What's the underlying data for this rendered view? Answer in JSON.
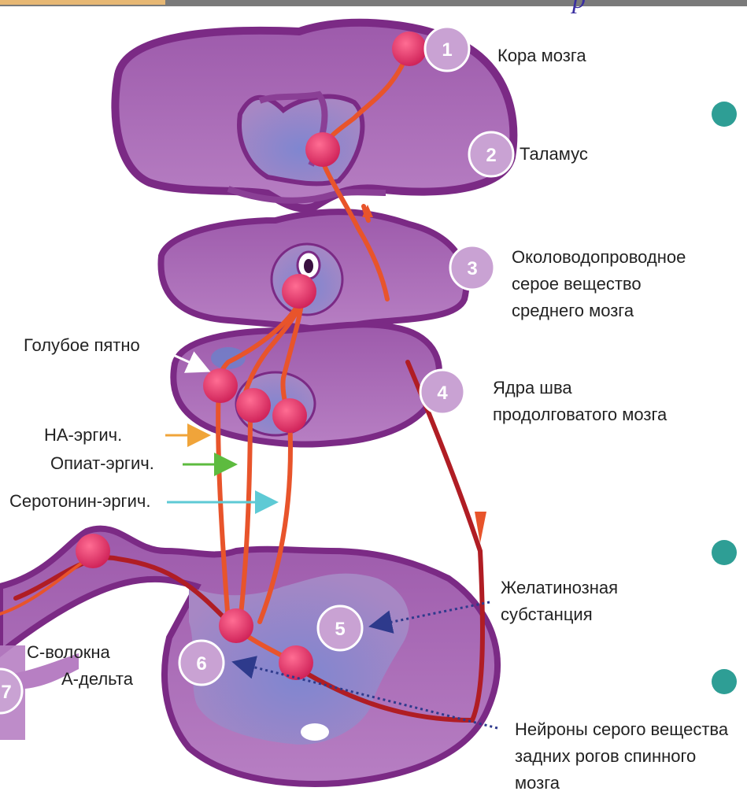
{
  "colors": {
    "tissue": "#a86ab5",
    "tissue_dark": "#8a3f95",
    "outline": "#7b2a85",
    "gray_matter": "#8f92d0",
    "pathway": "#e8542b",
    "pathway_dark": "#b01d24",
    "neuron": "#e8386c",
    "badge": "#c9a2d3",
    "bullet": "#2e9e95",
    "ne_arrow": "#f0a43a",
    "opiate_arrow": "#5dbb3f",
    "serotonin_arrow": "#5ecad5",
    "dotted_arrow": "#2e3a8c"
  },
  "steps": [
    {
      "num": "1",
      "label_lines": [
        "Кора мозга"
      ]
    },
    {
      "num": "2",
      "label_lines": [
        "Таламус"
      ]
    },
    {
      "num": "3",
      "label_lines": [
        "Околоводопроводное",
        "серое вещество",
        "среднего мозга"
      ]
    },
    {
      "num": "4",
      "label_lines": [
        "Ядра шва",
        "продолговатого мозга"
      ]
    },
    {
      "num": "5",
      "label_lines": [
        "Желатинозная",
        "субстанция"
      ]
    },
    {
      "num": "6",
      "label_lines": []
    },
    {
      "num": "7",
      "label_lines": []
    }
  ],
  "left_labels": {
    "locus_coeruleus": "Голубое пятно",
    "ne_ergic": "НА-эргич.",
    "opiate_ergic": "Опиат-эргич.",
    "serotonin_ergic": "Серотонин-эргич.",
    "c_fibers": "С-волокна",
    "a_delta": "А-дельта"
  },
  "bottom_label_lines": [
    "Нейроны серого вещества",
    "задних рогов спинного",
    "мозга"
  ]
}
